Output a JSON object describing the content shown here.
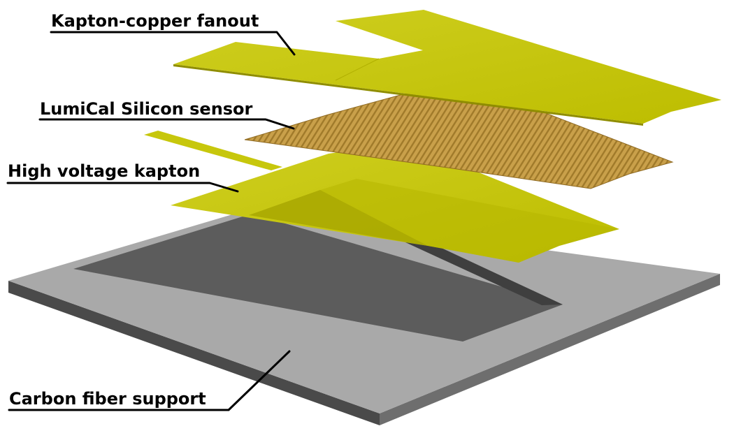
{
  "labels": {
    "fanout": "Kapton-copper fanout",
    "sensor": "LumiCal Silicon sensor",
    "hv": "High voltage kapton",
    "support": "Carbon fiber support"
  },
  "colors": {
    "kapton": "#c2c200",
    "kapton_light": "#cfcf2a",
    "kapton_shadow": "#9c9a00",
    "sensor": "#c9a04a",
    "sensor_stripe": "#a07a2a",
    "support_top": "#a9a9a9",
    "support_edge": "#4d4d4d",
    "pocket": "#5c5c5c",
    "label_text": "#000000"
  }
}
